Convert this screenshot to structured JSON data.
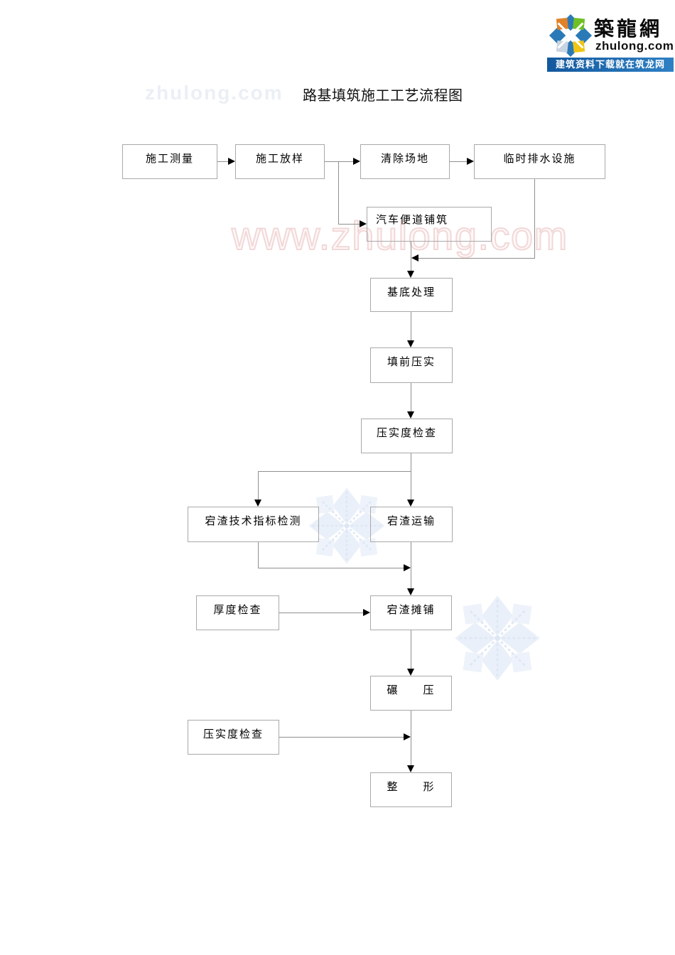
{
  "page": {
    "title": "路基填筑施工工艺流程图"
  },
  "logo": {
    "brand": "築龍網",
    "domain": "zhulong.com",
    "tagline": "建筑资料下载就在筑龙网",
    "icon": "pinwheel-cubes-logo",
    "colors": {
      "strip_blue": "#15599f",
      "diamond_blue": "#2b7ab8",
      "cube_orange": "#e08228",
      "cube_green": "#6fbf25",
      "cube_yellow": "#f0c513",
      "cube_slate": "#c8d4e2"
    }
  },
  "watermarks": {
    "top_left_text": "zhulong.com",
    "center_text": "www.zhulong.com",
    "flower_icon": "snowflake-flower-watermark"
  },
  "flowchart": {
    "nodes": [
      {
        "id": "survey",
        "label": "施工测量"
      },
      {
        "id": "layout",
        "label": "施工放样"
      },
      {
        "id": "clear-site",
        "label": "清除场地"
      },
      {
        "id": "temp-drainage",
        "label": "临时排水设施"
      },
      {
        "id": "access-road",
        "label": "汽车便道铺筑"
      },
      {
        "id": "base-treatment",
        "label": "基底处理"
      },
      {
        "id": "prefill-compact",
        "label": "填前压实"
      },
      {
        "id": "compaction-check1",
        "label": "压实度检查"
      },
      {
        "id": "slag-index-test",
        "label": "宕渣技术指标检测"
      },
      {
        "id": "slag-transport",
        "label": "宕渣运输"
      },
      {
        "id": "thickness-check",
        "label": "厚度检查"
      },
      {
        "id": "slag-paving",
        "label": "宕渣摊铺"
      },
      {
        "id": "rolling",
        "label": "碾　　压"
      },
      {
        "id": "compaction-check2",
        "label": "压实度检查"
      },
      {
        "id": "shaping",
        "label": "整　　形"
      }
    ],
    "edges": [
      {
        "from": "施工测量",
        "to": "施工放样"
      },
      {
        "from": "施工放样",
        "to": "清除场地"
      },
      {
        "from": "清除场地",
        "to": "临时排水设施"
      },
      {
        "from": "施工放样",
        "to": "汽车便道铺筑"
      },
      {
        "from": "临时排水设施",
        "to": "基底处理"
      },
      {
        "from": "汽车便道铺筑",
        "to": "基底处理"
      },
      {
        "from": "基底处理",
        "to": "填前压实"
      },
      {
        "from": "填前压实",
        "to": "压实度检查"
      },
      {
        "from": "压实度检查",
        "to": "宕渣技术指标检测"
      },
      {
        "from": "压实度检查",
        "to": "宕渣运输"
      },
      {
        "from": "宕渣技术指标检测",
        "to": "宕渣摊铺"
      },
      {
        "from": "宕渣运输",
        "to": "宕渣摊铺"
      },
      {
        "from": "厚度检查",
        "to": "宕渣摊铺"
      },
      {
        "from": "宕渣摊铺",
        "to": "碾压"
      },
      {
        "from": "碾压",
        "to": "整形"
      },
      {
        "from": "压实度检查",
        "to": "整形"
      }
    ]
  }
}
